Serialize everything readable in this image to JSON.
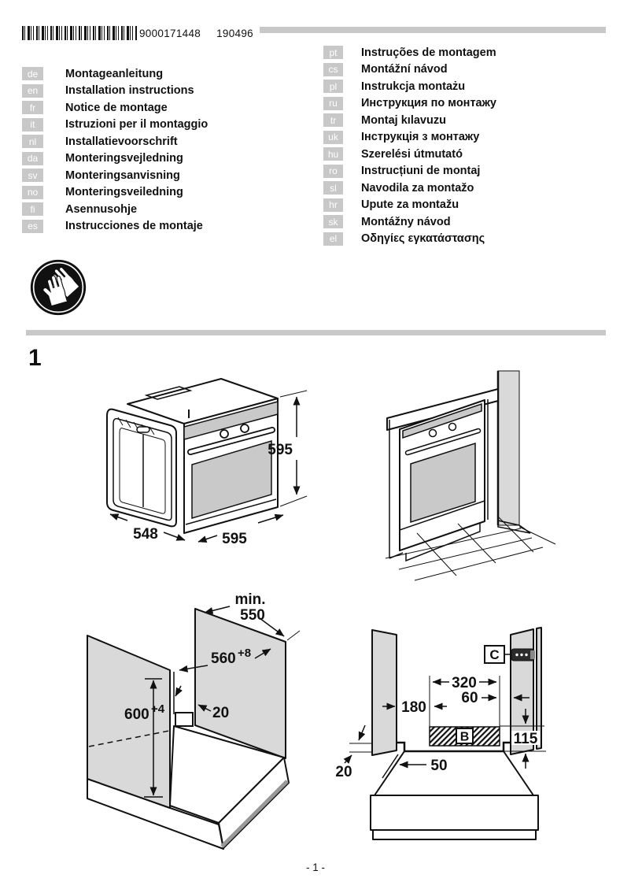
{
  "header": {
    "barcode_number": "9000171448",
    "print_code": "190496"
  },
  "languages": {
    "left": [
      {
        "code": "de",
        "label": "Montageanleitung"
      },
      {
        "code": "en",
        "label": "Installation instructions"
      },
      {
        "code": "fr",
        "label": "Notice de montage"
      },
      {
        "code": "it",
        "label": "Istruzioni per il montaggio"
      },
      {
        "code": "nl",
        "label": "Installatievoorschrift"
      },
      {
        "code": "da",
        "label": "Monteringsvejledning"
      },
      {
        "code": "sv",
        "label": "Monteringsanvisning"
      },
      {
        "code": "no",
        "label": "Monteringsveiledning"
      },
      {
        "code": "fi",
        "label": "Asennusohje"
      },
      {
        "code": "es",
        "label": "Instrucciones de montaje"
      }
    ],
    "right": [
      {
        "code": "pt",
        "label": "Instruções de montagem"
      },
      {
        "code": "cs",
        "label": "Montážní návod"
      },
      {
        "code": "pl",
        "label": "Instrukcja montażu"
      },
      {
        "code": "ru",
        "label": "Инструкция по монтажу"
      },
      {
        "code": "tr",
        "label": "Montaj kılavuzu"
      },
      {
        "code": "uk",
        "label": "Інструкція з монтажу"
      },
      {
        "code": "hu",
        "label": "Szerelési útmutató"
      },
      {
        "code": "ro",
        "label": "Instrucțiuni de montaj"
      },
      {
        "code": "sl",
        "label": "Navodila za montažo"
      },
      {
        "code": "hr",
        "label": "Upute za montažu"
      },
      {
        "code": "sk",
        "label": "Montážny návod"
      },
      {
        "code": "el",
        "label": "Οδηγίες εγκατάστασης"
      }
    ]
  },
  "icons": {
    "safety": "protective-gloves-icon",
    "barcode": "barcode",
    "connection": "mains-terminal-icon"
  },
  "colors": {
    "panel_gray": "#d9d9d9",
    "glass_gray": "#c9c9c9",
    "badge_gray": "#c8c8c8",
    "rule_gray": "#c8c8c8",
    "line": "#111111",
    "shadow": "#999999"
  },
  "figure": {
    "number": "1",
    "oven": {
      "height": "595",
      "depth": "548",
      "width": "595"
    },
    "niche": {
      "depth_label": "min.",
      "depth_value": "550",
      "width": "560",
      "width_tolerance": "+8",
      "height": "600",
      "height_tolerance": "+4",
      "rear_gap": "20"
    },
    "rear": {
      "connection_label": "C",
      "area_label": "B",
      "area_width": "320",
      "right_offset": "60",
      "left_offset": "180",
      "area_height": "115",
      "side_gap": "20",
      "front_offset": "50"
    }
  },
  "footer": {
    "page_number": "- 1 -"
  }
}
